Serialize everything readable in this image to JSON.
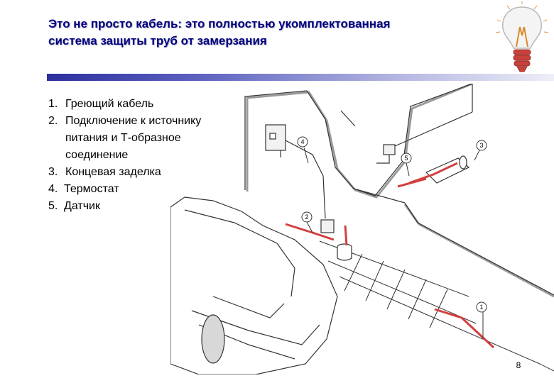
{
  "slide": {
    "title_line1": "Это не просто кабель: это полностью укомплектованная",
    "title_line2": "система защиты труб от замерзания",
    "page_number": "8"
  },
  "list": [
    {
      "num": "1.",
      "text": "Греющий кабель"
    },
    {
      "num": "2.",
      "text": "Подключение к источнику питания и Т-образное соединение"
    },
    {
      "num": "3.",
      "text": "Концевая заделка"
    },
    {
      "num": "4.",
      "text": "Термостат"
    },
    {
      "num": "5.",
      "text": "Датчик"
    }
  ],
  "diagram": {
    "callouts": [
      "1",
      "2",
      "3",
      "4",
      "5"
    ]
  },
  "colors": {
    "title": "#000080",
    "rule_start": "#2a2f9e",
    "cable": "#d24040",
    "outline": "#333333",
    "ground_shadow": "#9a9a9a"
  }
}
